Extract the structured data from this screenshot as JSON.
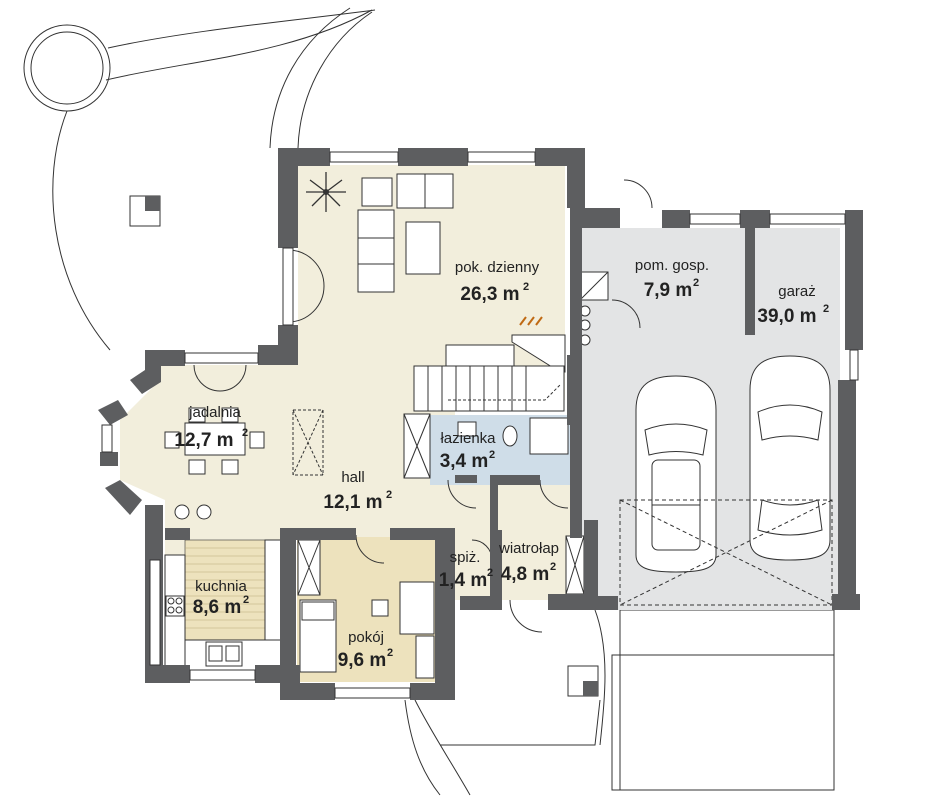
{
  "rooms": {
    "living": {
      "name": "pok. dzienny",
      "area": "26,3 m",
      "sup": "2"
    },
    "utility": {
      "name": "pom. gosp.",
      "area": "7,9 m",
      "sup": "2"
    },
    "garage": {
      "name": "garaż",
      "area": "39,0 m",
      "sup": "2"
    },
    "dining": {
      "name": "jadalnia",
      "area": "12,7 m",
      "sup": "2"
    },
    "bathroom": {
      "name": "łazienka",
      "area": "3,4 m",
      "sup": "2"
    },
    "hall": {
      "name": "hall",
      "area": "12,1 m",
      "sup": "2"
    },
    "kitchen": {
      "name": "kuchnia",
      "area": "8,6 m",
      "sup": "2"
    },
    "pantry": {
      "name": "spiż.",
      "area": "1,4 m",
      "sup": "2"
    },
    "vestibule": {
      "name": "wiatrołap",
      "area": "4,8 m",
      "sup": "2"
    },
    "room": {
      "name": "pokój",
      "area": "9,6 m",
      "sup": "2"
    }
  },
  "colors": {
    "living_floor": "#f2eedc",
    "room_floor": "#ede2bd",
    "garage_floor": "#e3e4e5",
    "bath_floor": "#cfdde8",
    "wall": "#5d5e60"
  },
  "icons": [
    "plant-icon",
    "car-icon",
    "stove-icon",
    "sink-icon"
  ]
}
